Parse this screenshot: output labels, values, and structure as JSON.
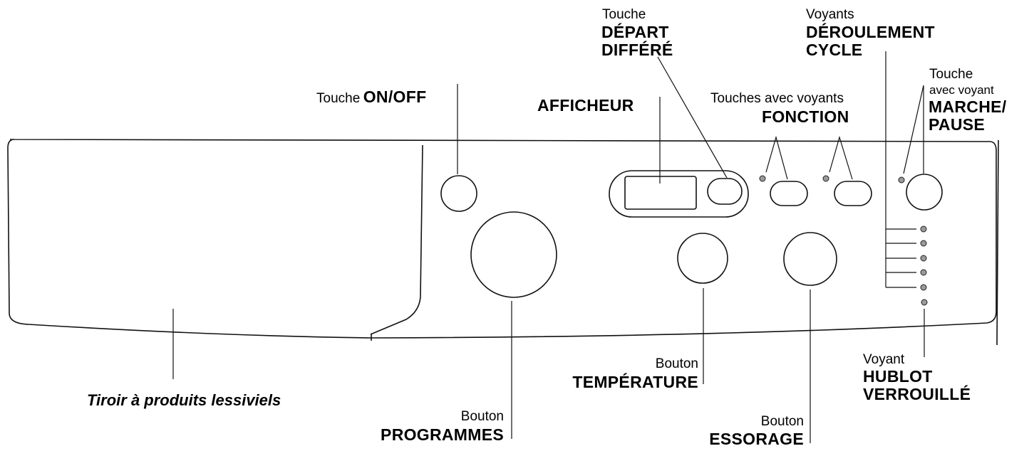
{
  "labels": {
    "on_off": {
      "prefix": "Touche",
      "name": "ON/OFF"
    },
    "depart_differe": {
      "prefix": "Touche",
      "line1": "DÉPART",
      "line2": "DIFFÉRÉ"
    },
    "afficheur": "AFFICHEUR",
    "fonction": {
      "prefix": "Touches avec voyants",
      "name": "FONCTION"
    },
    "deroulement": {
      "prefix": "Voyants",
      "line1": "DÉROULEMENT",
      "line2": "CYCLE"
    },
    "marche_pause": {
      "prefix1": "Touche",
      "prefix2": "avec voyant",
      "line1": "MARCHE/",
      "line2": "PAUSE"
    },
    "tiroir": "Tiroir à produits lessiviels",
    "programmes": {
      "prefix": "Bouton",
      "name": "PROGRAMMES"
    },
    "temperature": {
      "prefix": "Bouton",
      "name": "TEMPÉRATURE"
    },
    "essorage": {
      "prefix": "Bouton",
      "name": "ESSORAGE"
    },
    "hublot": {
      "prefix": "Voyant",
      "line1": "HUBLOT",
      "line2": "VERROUILLÉ"
    }
  },
  "colors": {
    "line": "#111111",
    "led_fill": "#9a9a9a",
    "background": "#ffffff"
  }
}
